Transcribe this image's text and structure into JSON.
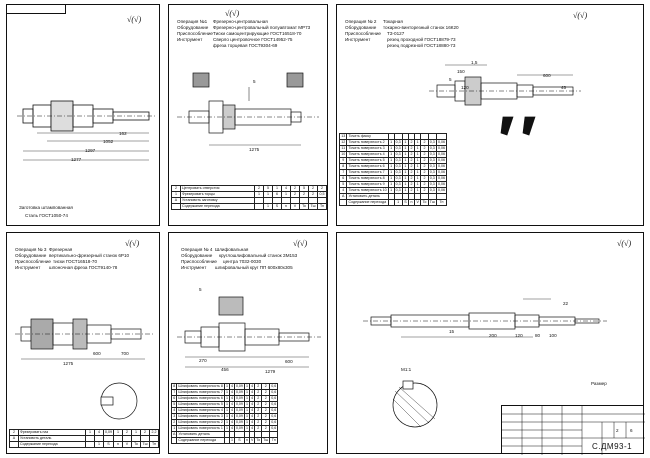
{
  "sheet1": {
    "roughness": "√(√)",
    "dims": [
      "1297",
      "1052",
      "1277",
      "162"
    ],
    "caption_line1": "Заготовка штампованная",
    "caption_line2": "Сталь ГОСТ1050-74"
  },
  "sheet2": {
    "roughness": "√(√)",
    "header": [
      {
        "label": "Операция №1",
        "value": "Фрезерно-центровальная"
      },
      {
        "label": "Оборудование",
        "value": "Фрезерно-центровальный полуавтомат  МР73"
      },
      {
        "label": "Приспособление",
        "value": "Тиски самоцентрирующие  ГОСТ16518-70"
      },
      {
        "label": "Инструмент",
        "value": "Сверло центровочное  ГОСТ14952-75"
      },
      {
        "label": "",
        "value": "фреза торцевая  ГОСТ9304-69"
      }
    ],
    "dims": [
      "5",
      "1275"
    ],
    "table": [
      [
        "2",
        "Центровать отверстия",
        "2",
        "5",
        "1",
        "4",
        "2",
        "5",
        "2",
        "2"
      ],
      [
        "1",
        "Фрезеровать торцы",
        "1",
        "1",
        "6",
        "1",
        "2",
        "2",
        "2",
        "0,5"
      ],
      [
        "А",
        "Установить заготовку",
        "",
        "",
        "",
        "",
        "",
        "",
        "",
        ""
      ],
      [
        "",
        "Содержание перехода",
        "",
        "1",
        "S",
        "n",
        "V",
        "To",
        "Тш",
        "Тп"
      ]
    ]
  },
  "sheet3": {
    "roughness": "√(√)",
    "header": [
      {
        "label": "Операция № 2",
        "value": "Токарная"
      },
      {
        "label": "Оборудование",
        "value": "токарно-винторезный станок  16К20"
      },
      {
        "label": "Приспособление",
        "value": "ТЗ-0127"
      },
      {
        "label": "Инструмент",
        "value": "резец проходной  ГОСТ18879-73"
      },
      {
        "label": "",
        "value": "резец подрезной  ГОСТ18880-73"
      }
    ],
    "dims": [
      "1,5",
      "150",
      "5",
      "120",
      "600",
      "45"
    ],
    "table": [
      [
        "13",
        "Точить фаску",
        "",
        "",
        "",
        "",
        "",
        "",
        "",
        ""
      ],
      [
        "12",
        "Точить поверхность 2",
        "1",
        "0,3",
        "1",
        "2",
        "1",
        "2",
        "0,3",
        "0,06"
      ],
      [
        "11",
        "Точить поверхность 3",
        "1",
        "0,3",
        "1",
        "2",
        "1",
        "2",
        "0,3",
        "0,06"
      ],
      [
        "10",
        "Точить поверхность 4",
        "1",
        "0,3",
        "1",
        "2",
        "1",
        "2",
        "0,3",
        "0,06"
      ],
      [
        "9",
        "Точить поверхность 5",
        "1",
        "0,3",
        "1",
        "2",
        "1",
        "2",
        "0,3",
        "0,06"
      ],
      [
        "8",
        "Точить поверхность 6",
        "1",
        "0,3",
        "1",
        "2",
        "1",
        "2",
        "0,3",
        "0,06"
      ],
      [
        "7",
        "Точить поверхность 7",
        "1",
        "0,3",
        "1",
        "2",
        "1",
        "2",
        "0,3",
        "0,06"
      ],
      [
        "6",
        "Точить поверхность 8",
        "1",
        "0,3",
        "1",
        "2",
        "1",
        "2",
        "0,3",
        "0,06"
      ],
      [
        "5",
        "Точить поверхность 9",
        "1",
        "0,3",
        "1",
        "2",
        "1",
        "2",
        "0,3",
        "0,06"
      ],
      [
        "4",
        "Точить поверхность 10",
        "1",
        "0,3",
        "1",
        "2",
        "1",
        "2",
        "0,3",
        "0,06"
      ],
      [
        "А",
        "Установить деталь",
        "",
        "",
        "",
        "",
        "",
        "",
        "",
        ""
      ],
      [
        "",
        "Содержание перехода",
        "",
        "1",
        "S",
        "n",
        "V",
        "To",
        "Тш",
        "Тп"
      ]
    ]
  },
  "sheet4": {
    "roughness": "√(√)",
    "header": [
      {
        "label": "Операция № 3",
        "value": "Фрезерная"
      },
      {
        "label": "Оборудование",
        "value": "вертикально-фрезерный станок 6Р10"
      },
      {
        "label": "Приспособление",
        "value": "тиски ГОСТ16518-70"
      },
      {
        "label": "Инструмент",
        "value": "шпоночная фреза ГОСТ9140-78"
      }
    ],
    "dims": [
      "600",
      "700",
      "1275"
    ],
    "table": [
      [
        "2",
        "Фрезеровать паз",
        "1",
        "4",
        "0,09",
        "1",
        "2",
        "1",
        "2",
        "2,2"
      ],
      [
        "А",
        "Установить деталь",
        "",
        "",
        "",
        "",
        "",
        "",
        "",
        ""
      ],
      [
        "",
        "Содержание перехода",
        "",
        "1",
        "S",
        "n",
        "V",
        "To",
        "Тш",
        "Тп"
      ]
    ]
  },
  "sheet5": {
    "roughness": "√(√)",
    "header": [
      {
        "label": "Операция № 4",
        "value": "Шлифовальная"
      },
      {
        "label": "Оборудование",
        "value": "круглошлифовальный станок ЗМ153"
      },
      {
        "label": "Приспособление",
        "value": "центра 7032-0030"
      },
      {
        "label": "Инструмент",
        "value": "шлифовальный круг ПП 600х80х305"
      }
    ],
    "dims": [
      "5",
      "270",
      "456",
      "1279",
      "600"
    ],
    "table": [
      [
        "8",
        "Шлифовать поверхность 8",
        "1",
        "4",
        "0,09",
        "1",
        "4",
        "2",
        "2",
        "0,6"
      ],
      [
        "7",
        "Шлифовать поверхность 7",
        "1",
        "4",
        "0,09",
        "1",
        "4",
        "2",
        "2",
        "0,6"
      ],
      [
        "6",
        "Шлифовать поверхность 6",
        "1",
        "4",
        "0,09",
        "1",
        "4",
        "2",
        "2",
        "0,6"
      ],
      [
        "5",
        "Шлифовать поверхность 5",
        "1",
        "4",
        "0,09",
        "1",
        "4",
        "2",
        "2",
        "0,6"
      ],
      [
        "4",
        "Шлифовать поверхность 4",
        "1",
        "4",
        "0,09",
        "1",
        "4",
        "2",
        "2",
        "0,6"
      ],
      [
        "3",
        "Шлифовать поверхность 3",
        "1",
        "4",
        "0,09",
        "1",
        "4",
        "2",
        "2",
        "0,6"
      ],
      [
        "2",
        "Шлифовать поверхность 2",
        "1",
        "4",
        "0,09",
        "1",
        "4",
        "2",
        "2",
        "0,6"
      ],
      [
        "1",
        "Шлифовать поверхность 1",
        "1",
        "4",
        "0,09",
        "1",
        "4",
        "2",
        "2",
        "0,6"
      ],
      [
        "А",
        "Установить деталь",
        "",
        "",
        "",
        "",
        "",
        "",
        "",
        ""
      ],
      [
        "",
        "Содержание перехода",
        "",
        "1",
        "S",
        "n",
        "V",
        "To",
        "Тш",
        "Тп"
      ]
    ]
  },
  "sheet6": {
    "roughness": "√(√)",
    "dims": [
      "200",
      "120",
      "80",
      "100",
      "22",
      "15"
    ],
    "section_label": "М1:1",
    "note": "Размер",
    "stamp_code": "С.ДМ93-1",
    "stamp_sheet": "2",
    "stamp_sheets": "6"
  }
}
